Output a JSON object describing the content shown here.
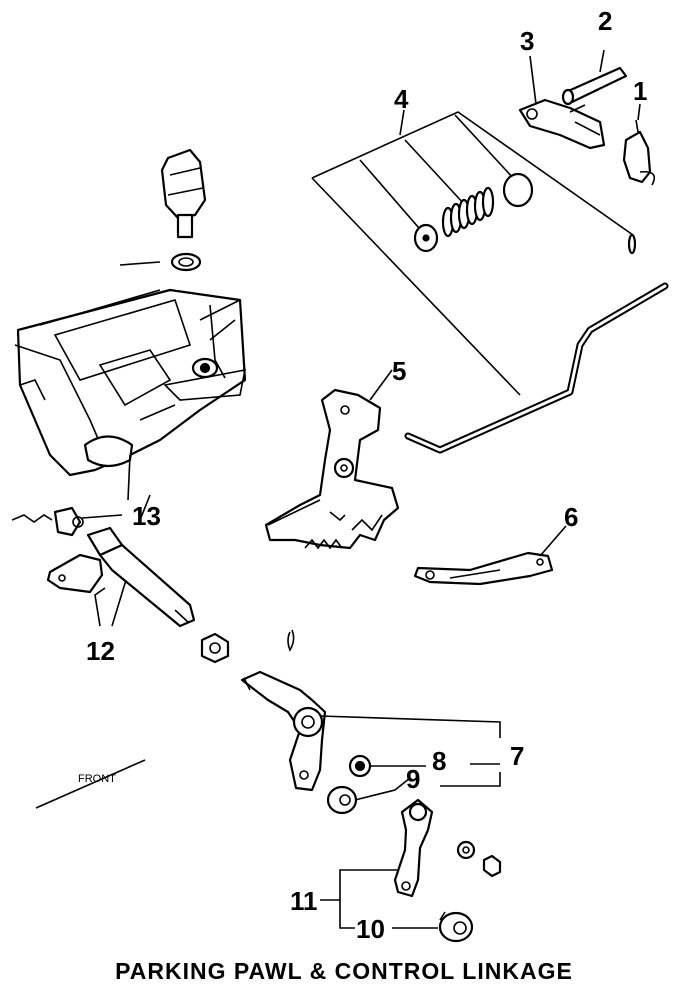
{
  "diagram": {
    "caption": "PARKING PAWL & CONTROL LINKAGE",
    "orientation_label": "FRONT",
    "callouts": [
      "1",
      "2",
      "3",
      "4",
      "5",
      "6",
      "7",
      "8",
      "9",
      "10",
      "11",
      "12",
      "13"
    ]
  }
}
